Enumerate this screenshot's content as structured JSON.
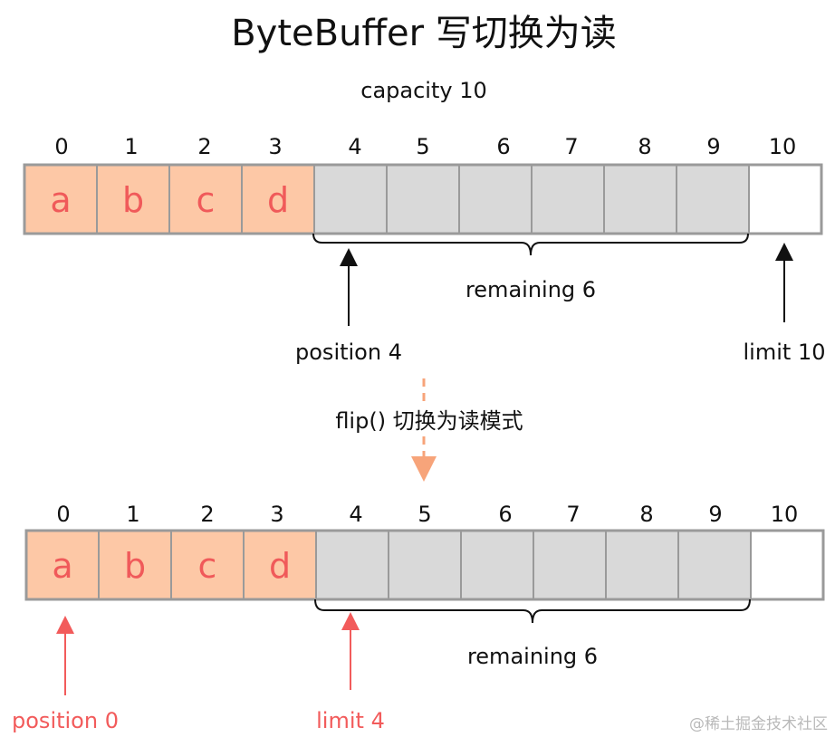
{
  "title": "ByteBuffer 写切换为读",
  "capacity_label": "capacity 10",
  "indices": [
    "0",
    "1",
    "2",
    "3",
    "4",
    "5",
    "6",
    "7",
    "8",
    "9",
    "10"
  ],
  "cells": [
    "a",
    "b",
    "c",
    "d",
    "",
    "",
    "",
    "",
    "",
    "",
    ""
  ],
  "colors": {
    "filled": "#fdc8a6",
    "remaining": "#d9d9d9",
    "empty": "#ffffff",
    "border": "#9a9a9a",
    "letter": "#f05a5a",
    "pointer_red": "#f25b5b",
    "flip_arrow": "#f7a47a"
  },
  "top": {
    "remaining_label": "remaining 6",
    "position_label": "position 4",
    "limit_label": "limit 10"
  },
  "flip_label": "flip() 切换为读模式",
  "bottom": {
    "remaining_label": "remaining 6",
    "position_label": "position 0",
    "limit_label": "limit 4"
  },
  "watermark": "@稀土掘金技术社区"
}
